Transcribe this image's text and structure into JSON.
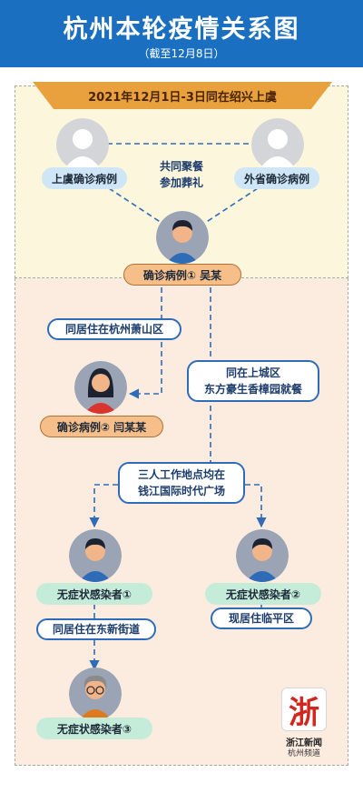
{
  "header": {
    "title": "杭州本轮疫情关系图",
    "subtitle": "（截至12月8日）"
  },
  "banner": "2021年12月1日-3日同在绍兴上虞",
  "nodes": {
    "shangyu": "上虞确诊病例",
    "outside": "外省确诊病例",
    "case1": "确诊病例① 吴某",
    "case2": "确诊病例② 闫某某",
    "asym1": "无症状感染者①",
    "asym2": "无症状感染者②",
    "asym3": "无症状感染者③"
  },
  "links": {
    "gathering_l1": "共同聚餐",
    "gathering_l2": "参加葬礼",
    "xiaoshan": "同居住在杭州萧山区",
    "dine_l1": "同在上城区",
    "dine_l2": "东方豪生香樟园就餐",
    "work_l1": "三人工作地点均在",
    "work_l2": "钱江国际时代广场",
    "dongxin": "同居住在东新街道",
    "linping": "现居住临平区"
  },
  "logo": {
    "mark": "浙",
    "name": "浙江新闻",
    "channel": "杭州频道"
  },
  "colors": {
    "header": "#1a6fc0",
    "banner": "#e8a13c",
    "line": "#2f6cb7",
    "confirmed": "#f6bf8a",
    "asymptomatic": "#c4ecd8",
    "unknown": "#cfe6f6"
  }
}
